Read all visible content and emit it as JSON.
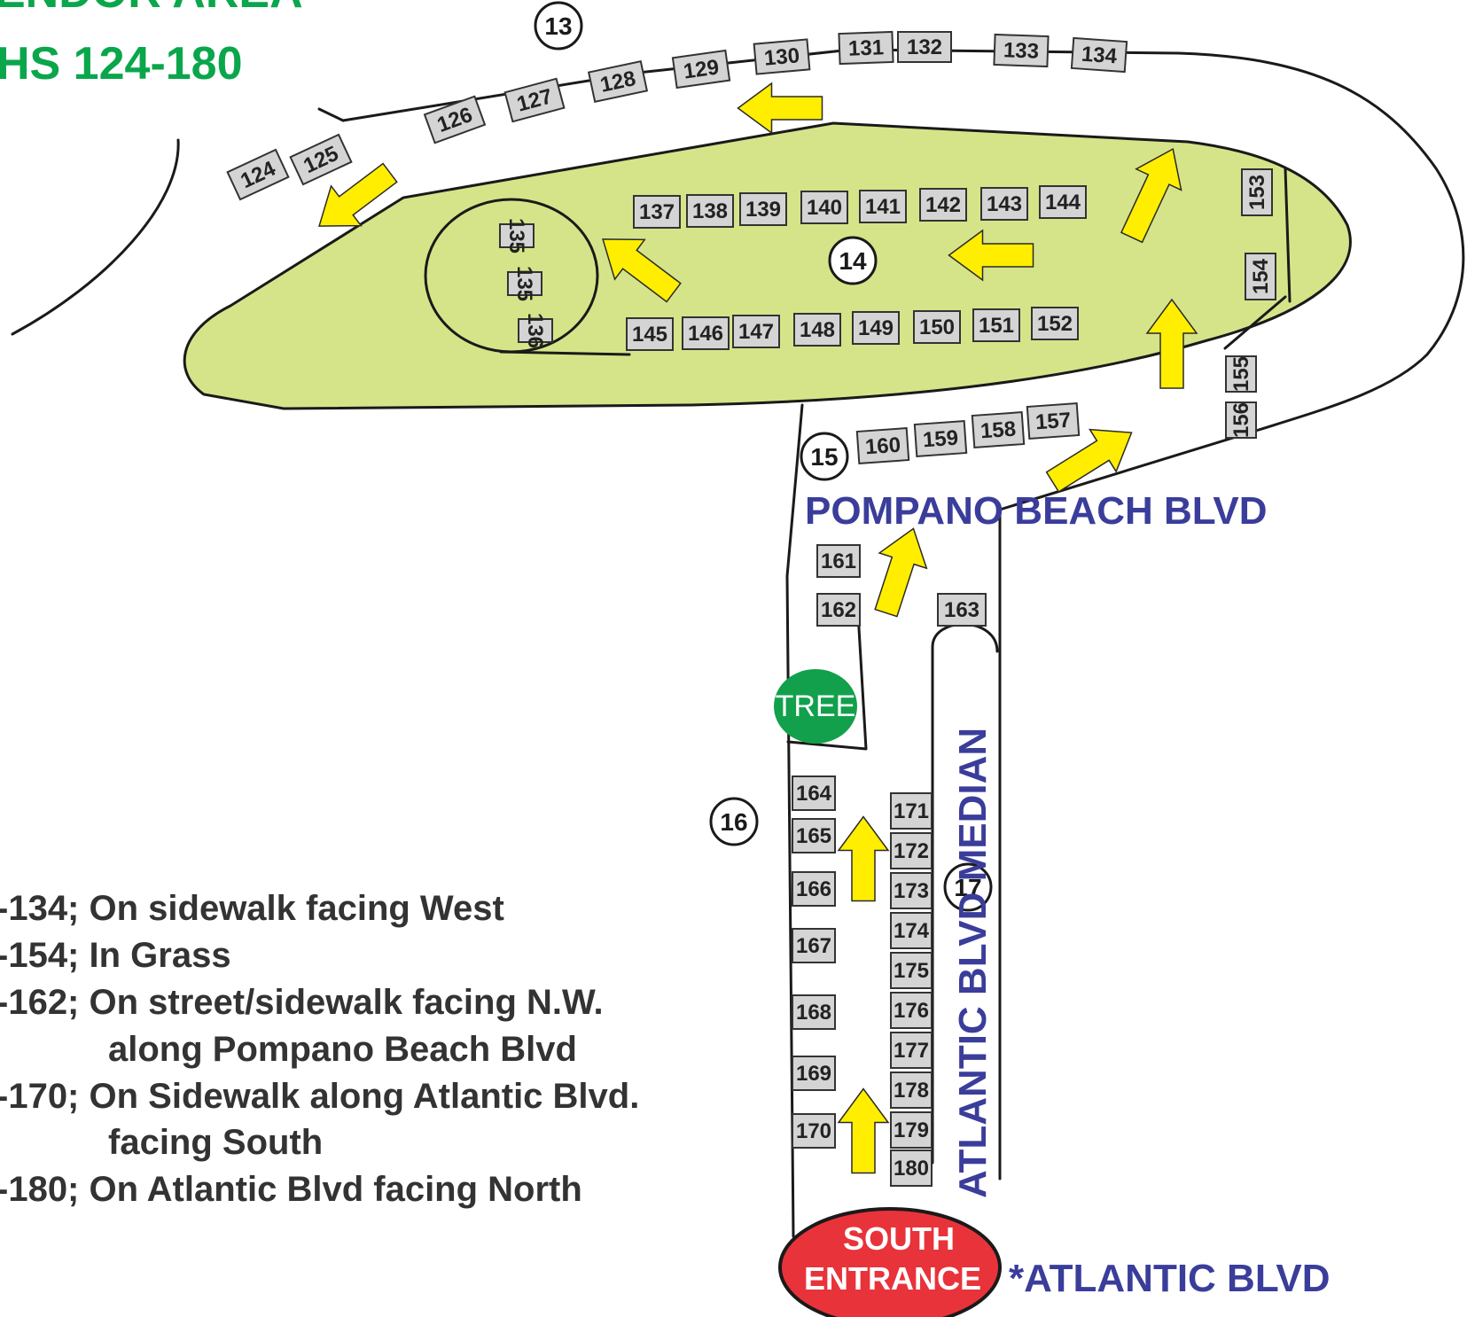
{
  "header": {
    "line1": "ENDOR AREA",
    "line2": "HS 124-180"
  },
  "streets": {
    "pompano": "POMPANO BEACH BLVD",
    "atlantic_median": "ATLANTIC BLVD MEDIAN",
    "atlantic": "*ATLANTIC BLVD"
  },
  "landmarks": {
    "tree": "TREE",
    "south_entrance_line1": "SOUTH",
    "south_entrance_line2": "ENTRANCE"
  },
  "zones": [
    "13",
    "14",
    "15",
    "16",
    "17"
  ],
  "booths": {
    "row_124_134": [
      "124",
      "125",
      "126",
      "127",
      "128",
      "129",
      "130",
      "131",
      "132",
      "133",
      "134"
    ],
    "circle": [
      "135",
      "135",
      "136"
    ],
    "grass_top": [
      "137",
      "138",
      "139",
      "140",
      "141",
      "142",
      "143",
      "144"
    ],
    "grass_bottom": [
      "145",
      "146",
      "147",
      "148",
      "149",
      "150",
      "151",
      "152"
    ],
    "east": [
      "153",
      "154",
      "155",
      "156"
    ],
    "pompano_row": [
      "160",
      "159",
      "158",
      "157"
    ],
    "west_upper": [
      "161",
      "162"
    ],
    "median_top": [
      "163"
    ],
    "west_sidewalk": [
      "164",
      "165",
      "166",
      "167",
      "168",
      "169",
      "170"
    ],
    "median": [
      "171",
      "172",
      "173",
      "174",
      "175",
      "176",
      "177",
      "178",
      "179",
      "180"
    ]
  },
  "legend": [
    "-134; On sidewalk facing West",
    "-154; In Grass",
    "-162; On street/sidewalk facing N.W.",
    "along Pompano Beach Blvd",
    "-170; On Sidewalk along Atlantic Blvd.",
    "facing South",
    "-180; On Atlantic Blvd facing North"
  ],
  "colors": {
    "grass": "#d5e489",
    "arrow": "#ffee00",
    "tree": "#12a04c",
    "entrance": "#e8333a",
    "street_label": "#3a3d9a",
    "header": "#0aa64b"
  }
}
